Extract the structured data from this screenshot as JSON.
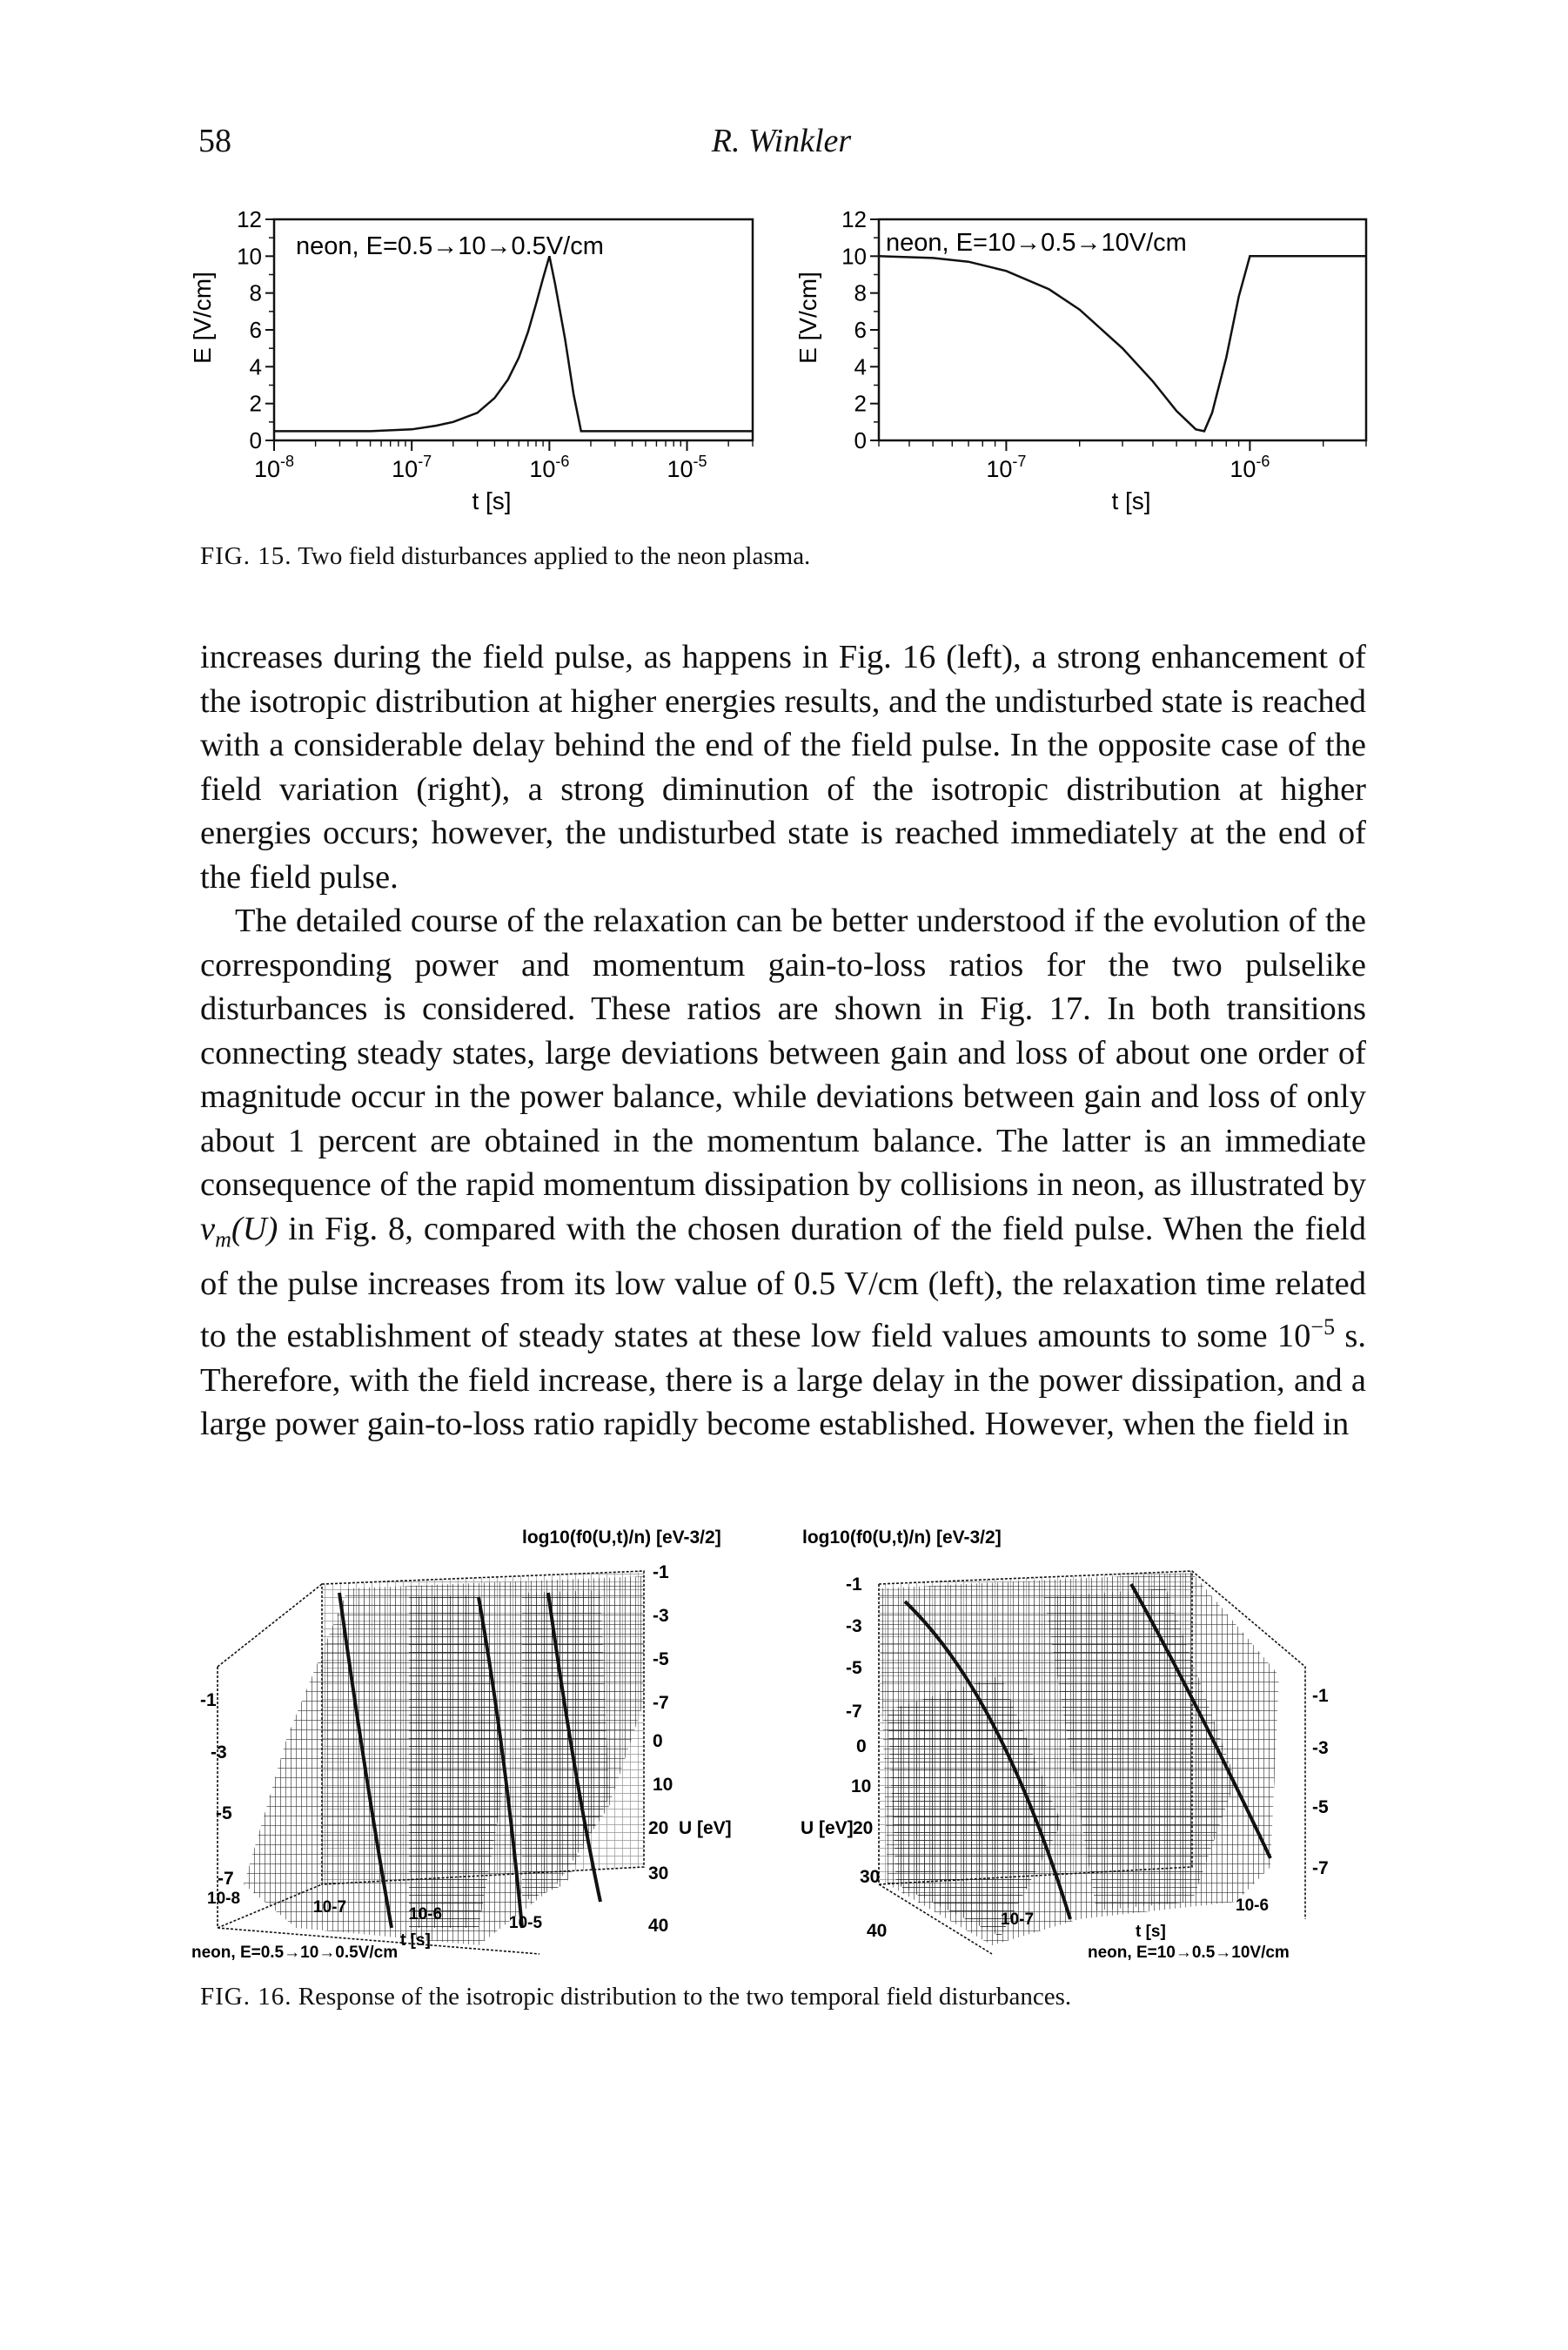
{
  "header": {
    "page_number": "58",
    "running_head": "R. Winkler"
  },
  "figure15": {
    "caption_label": "FIG. 15.",
    "caption_text": "Two field disturbances applied to the neon plasma.",
    "chart_data": [
      {
        "type": "line",
        "title": "neon, E=0.5→10→0.5V/cm",
        "xlabel": "t [s]",
        "ylabel": "E [V/cm]",
        "xscale": "log",
        "xlim": [
          1e-08,
          3e-05
        ],
        "ylim": [
          0,
          12
        ],
        "x_ticks": [
          "10-8",
          "10-7",
          "10-6",
          "10-5"
        ],
        "y_ticks": [
          "0",
          "2",
          "4",
          "6",
          "8",
          "10",
          "12"
        ],
        "series": [
          {
            "x": [
              1e-08,
              5e-08,
              1e-07,
              1.5e-07,
              2e-07,
              3e-07,
              4e-07,
              5e-07,
              6e-07,
              7e-07,
              8e-07,
              9e-07,
              1e-06,
              1.1e-06,
              1.3e-06,
              1.5e-06,
              1.7e-06,
              3e-06,
              1e-05,
              3e-05
            ],
            "y": [
              0.5,
              0.5,
              0.6,
              0.8,
              1.0,
              1.5,
              2.3,
              3.3,
              4.5,
              5.9,
              7.4,
              8.8,
              10.0,
              8.5,
              5.5,
              2.5,
              0.5,
              0.5,
              0.5,
              0.5
            ]
          }
        ]
      },
      {
        "type": "line",
        "title": "neon, E=10→0.5→10V/cm",
        "xlabel": "t [s]",
        "ylabel": "E [V/cm]",
        "xscale": "log",
        "xlim": [
          3e-08,
          3e-06
        ],
        "ylim": [
          0,
          12
        ],
        "x_ticks": [
          "10-7",
          "10-6"
        ],
        "y_ticks": [
          "0",
          "2",
          "4",
          "6",
          "8",
          "10",
          "12"
        ],
        "series": [
          {
            "x": [
              3e-08,
              5e-08,
              7e-08,
              1e-07,
              1.5e-07,
              2e-07,
              3e-07,
              4e-07,
              5e-07,
              6e-07,
              6.5e-07,
              7e-07,
              8e-07,
              9e-07,
              1e-06,
              1.5e-06,
              3e-06
            ],
            "y": [
              10,
              9.9,
              9.7,
              9.2,
              8.2,
              7.1,
              5.0,
              3.2,
              1.6,
              0.6,
              0.5,
              1.5,
              4.5,
              7.8,
              10,
              10,
              10
            ]
          }
        ]
      }
    ]
  },
  "body": {
    "p1": "increases during the field pulse, as happens in Fig. 16 (left), a strong enhancement of the isotropic distribution at higher energies results, and the undisturbed state is reached with a considerable delay behind the end of the field pulse. In the opposite case of the field variation (right), a strong diminution of the isotropic distribution at higher energies occurs; however, the undisturbed state is reached immediately at the end of the field pulse.",
    "p2a": "The detailed course of the relaxation can be better understood if the evolution of the corresponding power and momentum gain-to-loss ratios for the two pulselike disturbances is considered. These ratios are shown in Fig. 17. In both transitions connecting steady states, large deviations between gain and loss of about one order of magnitude occur in the power balance, while deviations between gain and loss of only about 1 percent are obtained in the momentum balance. The latter is an immediate consequence of the rapid momentum dissipation by collisions in neon, as illustrated by ",
    "p2_nu": "ν",
    "p2_sub": "m",
    "p2_arg": "(U)",
    "p2b": " in Fig. 8, compared with the chosen duration of the field pulse. When the field of the pulse increases from its low value of 0.5 V/cm (left), the relaxation time related to the establishment of steady states at these low field values amounts to some 10",
    "p2_exp": "−5",
    "p2c": " s. Therefore, with the field increase, there is a large delay in the power dissipation, and a large power gain-to-loss ratio rapidly become established. However, when the field in"
  },
  "figure16": {
    "caption_label": "FIG. 16.",
    "caption_text": "Response of the isotropic distribution to the two temporal field disturbances.",
    "left": {
      "zlabel": "log10(f0(U,t)/n) [eV-3/2]",
      "z_ticks": [
        "-1",
        "-3",
        "-5",
        "-7"
      ],
      "u_ticks": [
        "0",
        "10",
        "20",
        "30",
        "40"
      ],
      "u_label": "U [eV]",
      "t_ticks": [
        "10-8",
        "10-7",
        "10-6",
        "10-5"
      ],
      "t_label": "t [s]",
      "condition": "neon, E=0.5→10→0.5V/cm"
    },
    "right": {
      "zlabel": "log10(f0(U,t)/n) [eV-3/2]",
      "z_ticks": [
        "-1",
        "-3",
        "-5",
        "-7"
      ],
      "u_ticks": [
        "0",
        "10",
        "20",
        "30",
        "40"
      ],
      "u_label": "U [eV]",
      "t_ticks": [
        "10-7",
        "10-6"
      ],
      "t_label": "t [s]",
      "condition": "neon, E=10→0.5→10V/cm"
    }
  }
}
